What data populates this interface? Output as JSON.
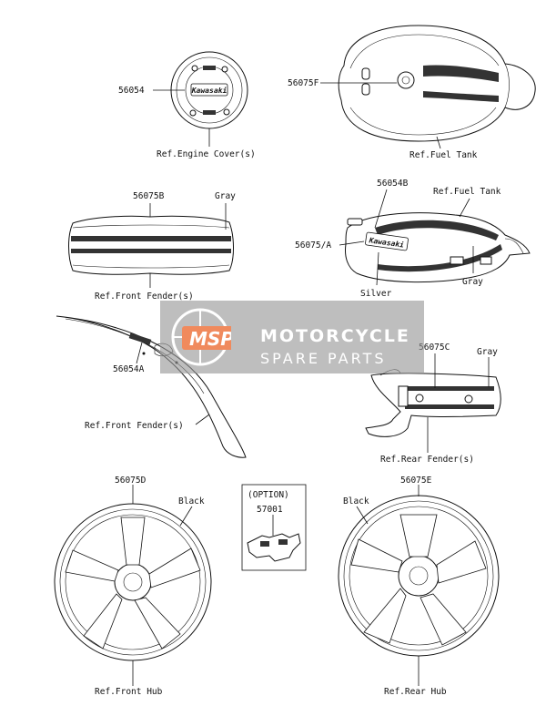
{
  "parts": {
    "p56054": "56054",
    "p56075F": "56075F",
    "p56075B": "56075B",
    "p56054B": "56054B",
    "p56075A": "56075/A",
    "p56054A": "56054A",
    "p56075C": "56075C",
    "p56075D": "56075D",
    "p56075E": "56075E",
    "p57001": "57001"
  },
  "refs": {
    "engine_cover": "Ref.Engine Cover(s)",
    "fuel_tank_top": "Ref.Fuel Tank",
    "fuel_tank_side": "Ref.Fuel Tank",
    "front_fender_top": "Ref.Front Fender(s)",
    "front_fender_side": "Ref.Front Fender(s)",
    "rear_fender": "Ref.Rear Fender(s)",
    "front_hub": "Ref.Front Hub",
    "rear_hub": "Ref.Rear Hub"
  },
  "colors": {
    "gray_front_fender": "Gray",
    "gray_tank": "Gray",
    "silver_tank": "Silver",
    "gray_rear_fender": "Gray",
    "black_front_wheel": "Black",
    "black_rear_wheel": "Black"
  },
  "option_label": "(OPTION)",
  "watermark": {
    "logo_text": "MSP",
    "title": "MOTORCYCLE",
    "subtitle": "SPARE PARTS",
    "logo_color": "#f08a5d"
  }
}
